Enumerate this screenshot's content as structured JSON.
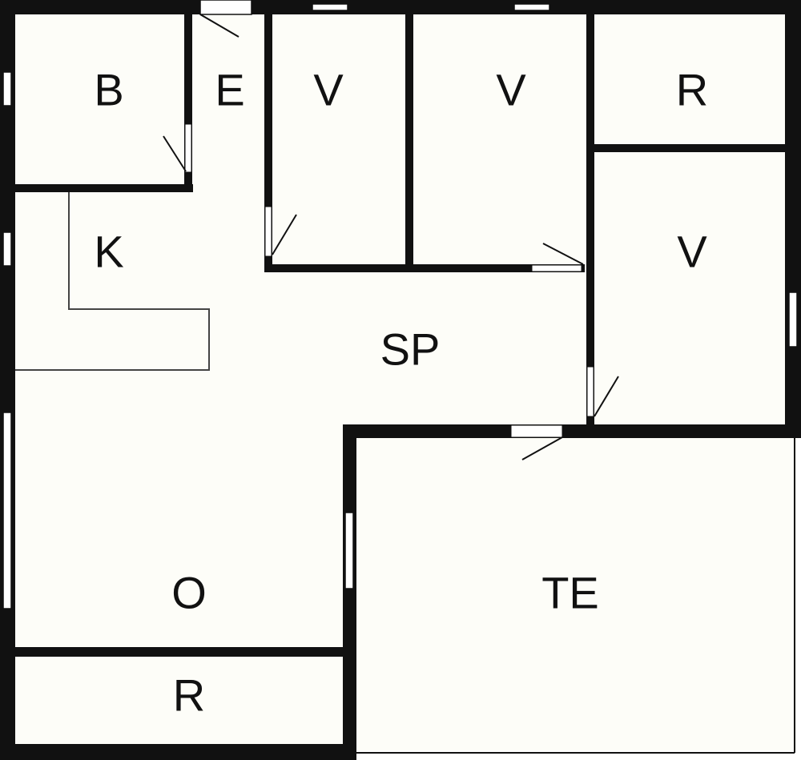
{
  "floorplan": {
    "colors": {
      "floor": "#fdfdf8",
      "wall": "#111111",
      "opening": "#ffffff",
      "fixture_line": "#444444"
    },
    "rooms": [
      {
        "id": "bath",
        "label": "B"
      },
      {
        "id": "entry",
        "label": "E"
      },
      {
        "id": "bedroom-1",
        "label": "V"
      },
      {
        "id": "bedroom-2",
        "label": "V"
      },
      {
        "id": "storage-top",
        "label": "R"
      },
      {
        "id": "kitchen",
        "label": "K"
      },
      {
        "id": "bedroom-3",
        "label": "V"
      },
      {
        "id": "dining",
        "label": "SP"
      },
      {
        "id": "living",
        "label": "O"
      },
      {
        "id": "terrace",
        "label": "TE"
      },
      {
        "id": "storage-bottom",
        "label": "R"
      }
    ]
  }
}
